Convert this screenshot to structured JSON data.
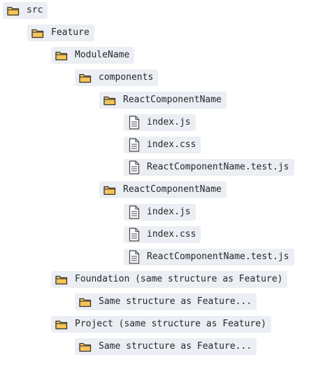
{
  "tree": {
    "root": {
      "label": "src",
      "icon": "folder-icon"
    },
    "feature": {
      "label": "Feature",
      "icon": "folder-icon",
      "module": {
        "label": "ModuleName",
        "icon": "folder-icon",
        "components": {
          "label": "components",
          "icon": "folder-icon",
          "items": [
            {
              "label": "ReactComponentName",
              "icon": "folder-icon",
              "files": [
                {
                  "label": "index.js",
                  "icon": "file-icon"
                },
                {
                  "label": "index.css",
                  "icon": "file-icon"
                },
                {
                  "label": "ReactComponentName.test.js",
                  "icon": "file-icon"
                }
              ]
            },
            {
              "label": "ReactComponentName",
              "icon": "folder-icon",
              "files": [
                {
                  "label": "index.js",
                  "icon": "file-icon"
                },
                {
                  "label": "index.css",
                  "icon": "file-icon"
                },
                {
                  "label": "ReactComponentName.test.js",
                  "icon": "file-icon"
                }
              ]
            }
          ]
        }
      }
    },
    "foundation": {
      "label": "Foundation (same structure as Feature)",
      "icon": "folder-icon",
      "child": {
        "label": "Same structure as Feature...",
        "icon": "folder-icon"
      }
    },
    "project": {
      "label": "Project (same structure as Feature)",
      "icon": "folder-icon",
      "child": {
        "label": "Same structure as Feature...",
        "icon": "folder-icon"
      }
    }
  },
  "colors": {
    "row_background": "#ebeef2",
    "folder_fill": "#f7c455",
    "folder_stroke": "#333333",
    "file_stroke": "#444444"
  }
}
